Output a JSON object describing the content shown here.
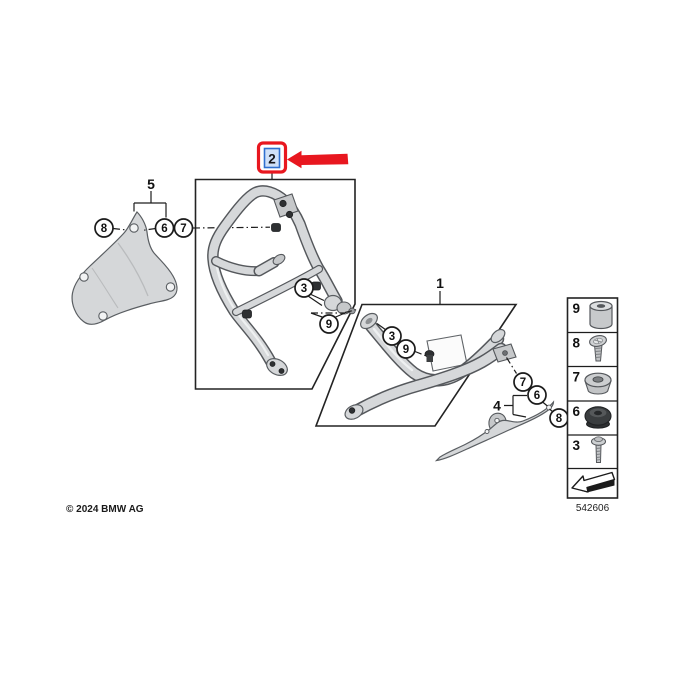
{
  "colors": {
    "highlight_red": "#e8171f",
    "selection_border_blue": "#2f6fd0",
    "selection_fill_blue": "#cfe0f8",
    "part_fill_gray": "#d5d7d9",
    "part_outline_gray": "#55585c",
    "line_black": "#1d1d1d"
  },
  "selected_callout": "2",
  "callout_numbers": {
    "n1": "1",
    "n2": "2",
    "n3": "3",
    "n4": "4",
    "n5": "5",
    "n6": "6",
    "n7": "7",
    "n8": "8",
    "n9": "9"
  },
  "legend": {
    "rows": [
      {
        "number": "9",
        "icon": "spacer-sleeve-icon"
      },
      {
        "number": "8",
        "icon": "oval-head-screw-icon"
      },
      {
        "number": "7",
        "icon": "collar-bushing-icon"
      },
      {
        "number": "6",
        "icon": "rubber-grommet-icon"
      },
      {
        "number": "3",
        "icon": "collar-bolt-icon"
      },
      {
        "number": "",
        "icon": "installation-direction-arrow-icon"
      }
    ],
    "drawing_number": "542606"
  },
  "footer": {
    "copyright": "© 2024 BMW AG"
  }
}
